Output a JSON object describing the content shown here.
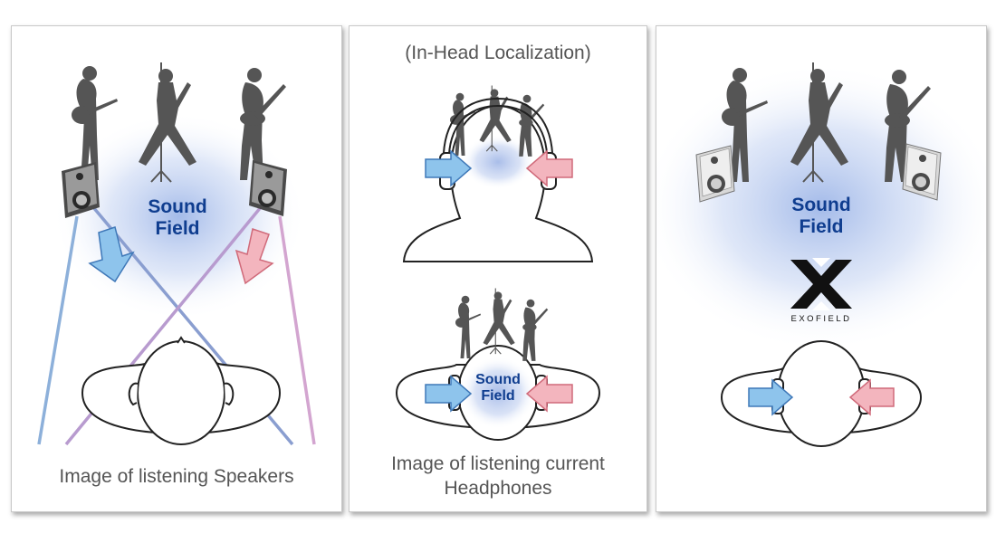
{
  "panels": [
    {
      "sound_field": "Sound\nField",
      "caption": "Image of listening Speakers"
    },
    {
      "top_label": "(In-Head Localization)",
      "sound_field": "Sound\nField",
      "caption": "Image of listening current Headphones"
    },
    {
      "sound_field": "Sound\nField",
      "logo_text": "EXOFIELD"
    }
  ],
  "icons": {
    "performer": "band-silhouette-icon",
    "speaker": "speaker-icon",
    "headphones": "headphones-icon",
    "listener": "listener-head-icon",
    "left_channel": "left-channel-arrow-icon",
    "right_channel": "right-channel-arrow-icon",
    "logo": "exofield-logo-icon"
  },
  "colors": {
    "sound_field_text": "#0f3d8f",
    "left_channel": "#8ec4ec",
    "right_channel": "#f3b5be",
    "caption_text": "#555555",
    "silhouette": "#555555"
  }
}
